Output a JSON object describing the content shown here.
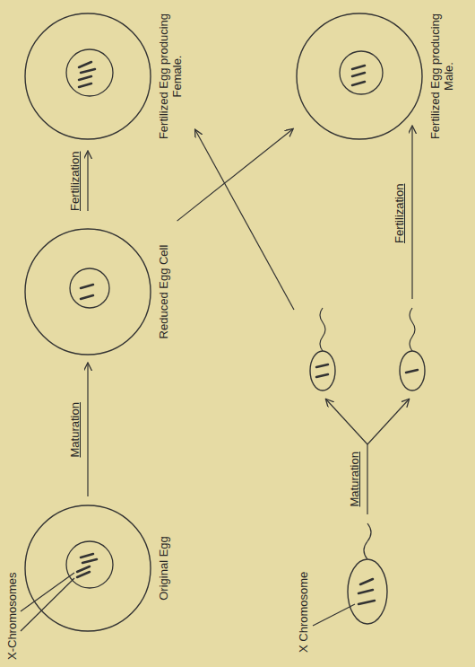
{
  "diagram": {
    "nodes": [
      {
        "text": [
          "Original Egg"
        ]
      },
      {
        "text": [
          "Reduced Egg Cell"
        ]
      },
      {
        "text": [
          "Fertilized Egg producing Female."
        ]
      },
      {
        "text": [
          "Fertilized Egg producing Male."
        ]
      }
    ],
    "edges": [
      {
        "from": 0,
        "to": 1,
        "arrow": "to",
        "label": "Maturation"
      },
      {
        "from": 1,
        "to": 3,
        "arrow": "to"
      }
    ],
    "labels": [
      "X-Chromosomes",
      "Fertilization",
      "X Chromosome",
      "Maturation",
      "Fertilization"
    ]
  }
}
